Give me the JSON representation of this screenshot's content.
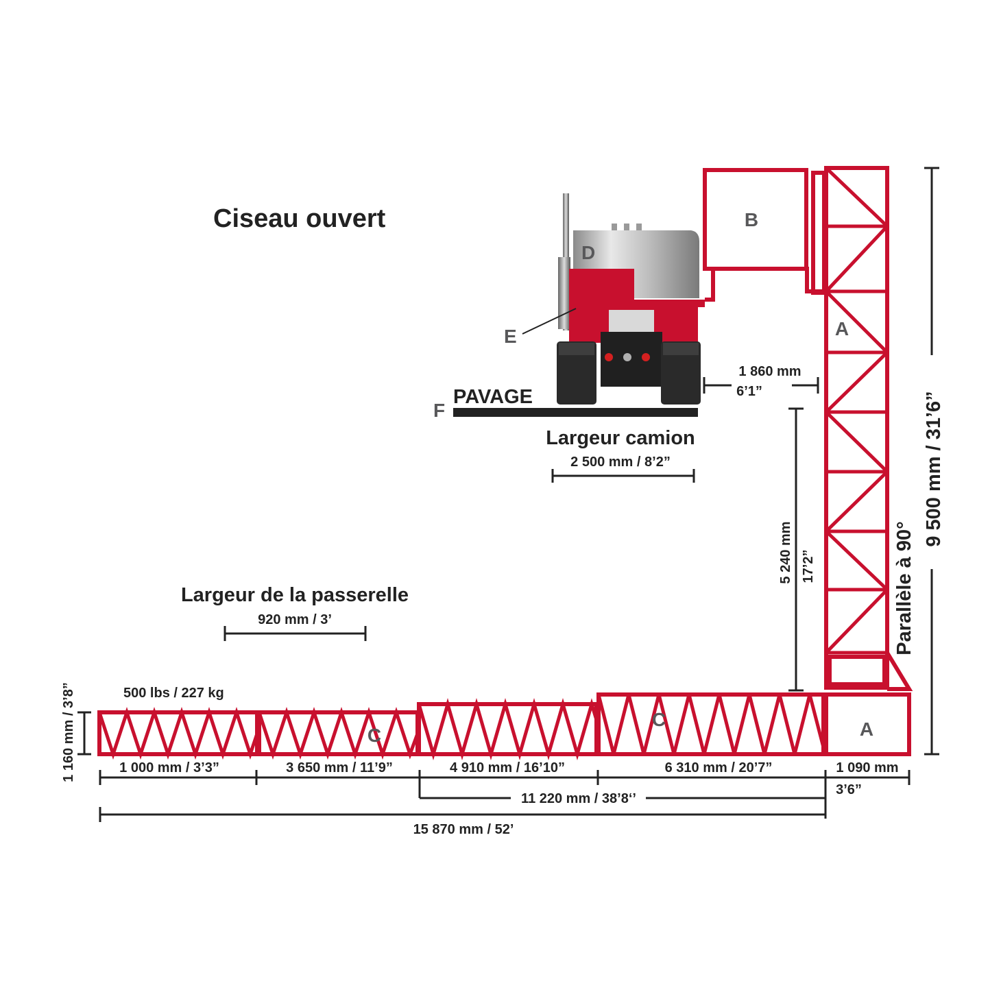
{
  "diagram": {
    "title": "Ciseau ouvert",
    "colors": {
      "structure": "#c8102e",
      "dimension": "#222222",
      "letters": "#58585a",
      "pavement": "#222222"
    },
    "section_labels": {
      "a_tower": "A",
      "a_base": "A",
      "b": "B",
      "c_first": "C",
      "c_second": "C",
      "d": "D",
      "e": "E",
      "f": "F"
    },
    "pavement_label": "PAVAGE",
    "truck_width_title": "Largeur camion",
    "truck_width_value": "2 500 mm / 8’2”",
    "clearance_mm": "1 860 mm",
    "clearance_ft": "6’1”",
    "walkway_width_title": "Largeur de la passerelle",
    "walkway_width_value": "920 mm / 3’",
    "load": "500 lbs / 227 kg",
    "walkway_height": "1 160 mm / 3’8”",
    "vertical_reach_mm": "5 240 mm",
    "vertical_reach_ft": "17’2”",
    "parallel_note": "Parallèle à 90°",
    "total_height": "9 500 mm / 31’6”",
    "segments": [
      {
        "label": "1 000 mm / 3’3”"
      },
      {
        "label": "3 650 mm / 11’9”"
      },
      {
        "label": "4 910 mm / 16’10”"
      },
      {
        "label": "6 310 mm / 20’7”"
      },
      {
        "label": "1 090 mm",
        "label2": "3’6”"
      }
    ],
    "span_11220": "11 220 mm / 38’8‘’",
    "span_total": "15 870 mm / 52’"
  }
}
